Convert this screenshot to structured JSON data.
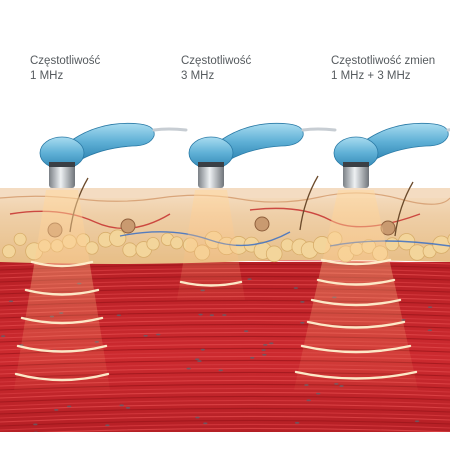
{
  "labels": [
    {
      "title": "Częstotliwość",
      "value": "1 MHz"
    },
    {
      "title": "Częstotliwość",
      "value": "3 MHz"
    },
    {
      "title": "Częstotliwość zmien",
      "value": "1 MHz + 3 MHz"
    }
  ],
  "colors": {
    "muscle": "#c8262b",
    "muscle_dark": "#a91c22",
    "fat": "#e8c78a",
    "skin": "#f2d7b8",
    "probe": "#6bb6d8",
    "wave": "#fff4d6"
  }
}
